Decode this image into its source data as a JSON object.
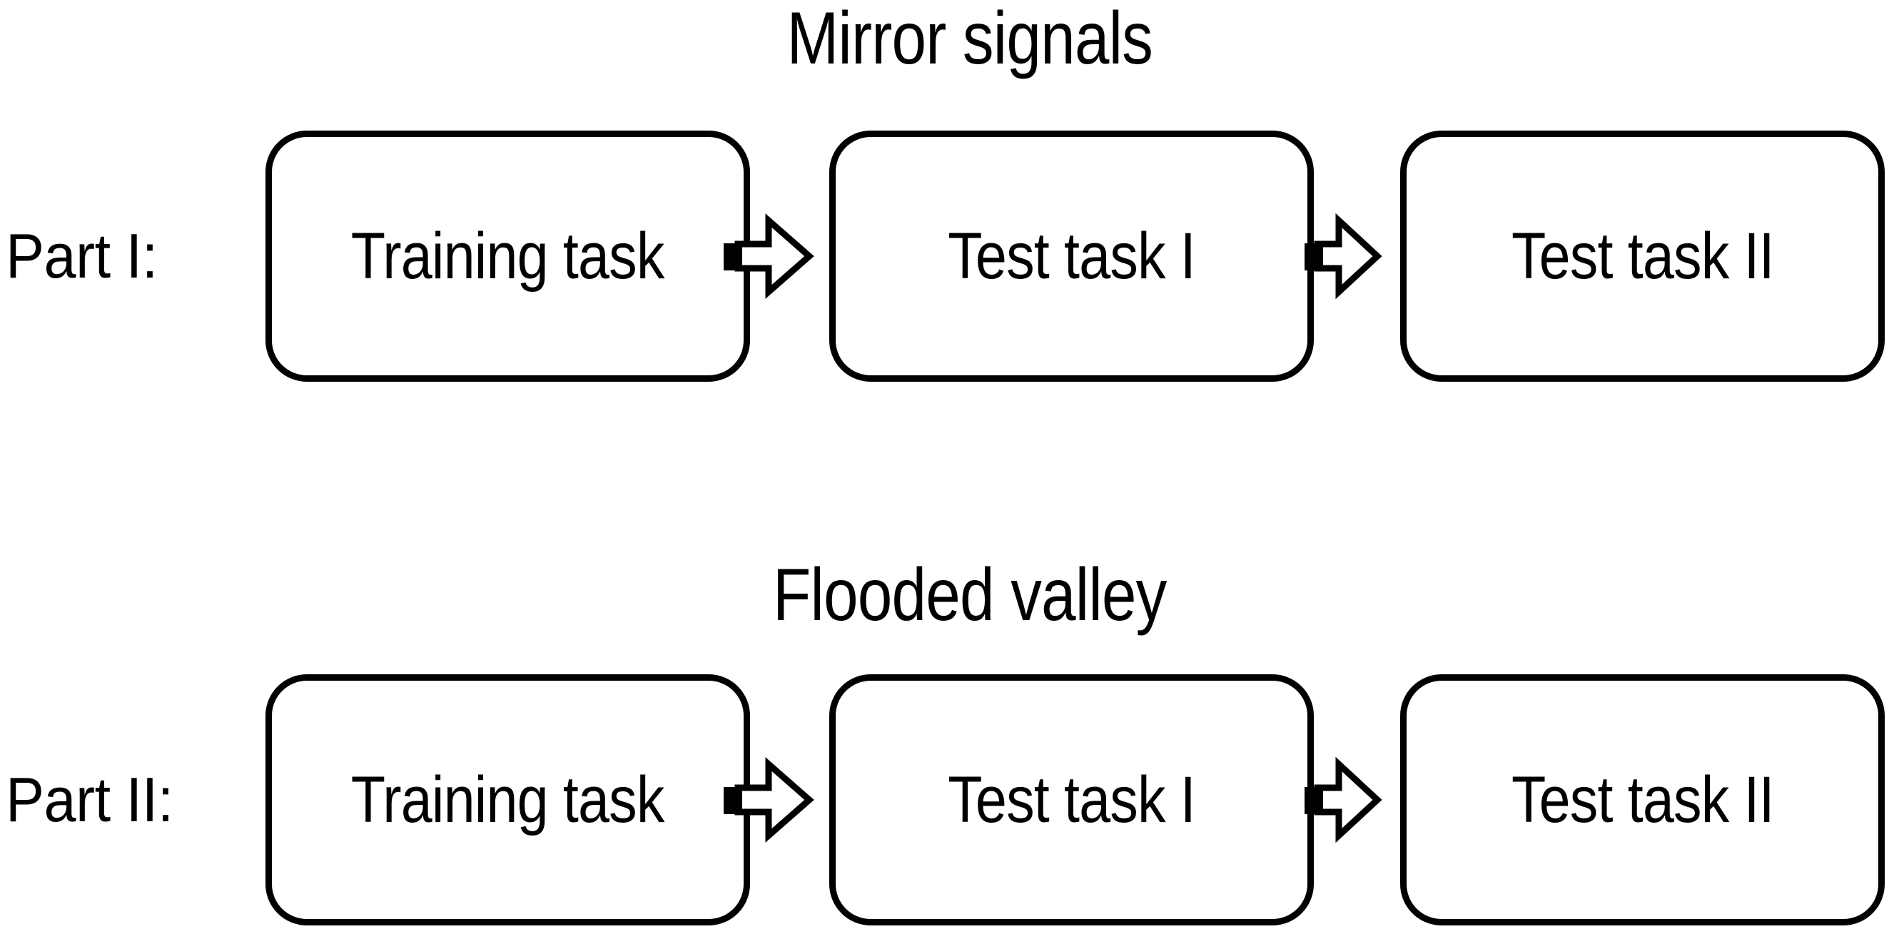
{
  "diagram": {
    "title_part1": "Mirror signals",
    "title_part2": "Flooded valley",
    "background_color": "#ffffff",
    "line_color": "#000000",
    "rows": [
      {
        "id": "part-1",
        "section_title": "Mirror signals",
        "label": "Part I:",
        "boxes": [
          {
            "label": "Training task"
          },
          {
            "label": "Test task I"
          },
          {
            "label": "Test task II"
          }
        ],
        "arrows": [
          {
            "name": "arrow-training-to-test1",
            "direction": "right"
          },
          {
            "name": "arrow-test1-to-test2",
            "direction": "right"
          }
        ]
      },
      {
        "id": "part-2",
        "section_title": "Flooded valley",
        "label": "Part II:",
        "boxes": [
          {
            "label": "Training task"
          },
          {
            "label": "Test task I"
          },
          {
            "label": "Test task II"
          }
        ],
        "arrows": [
          {
            "name": "arrow-training-to-test1",
            "direction": "right"
          },
          {
            "name": "arrow-test1-to-test2",
            "direction": "right"
          }
        ]
      }
    ]
  }
}
